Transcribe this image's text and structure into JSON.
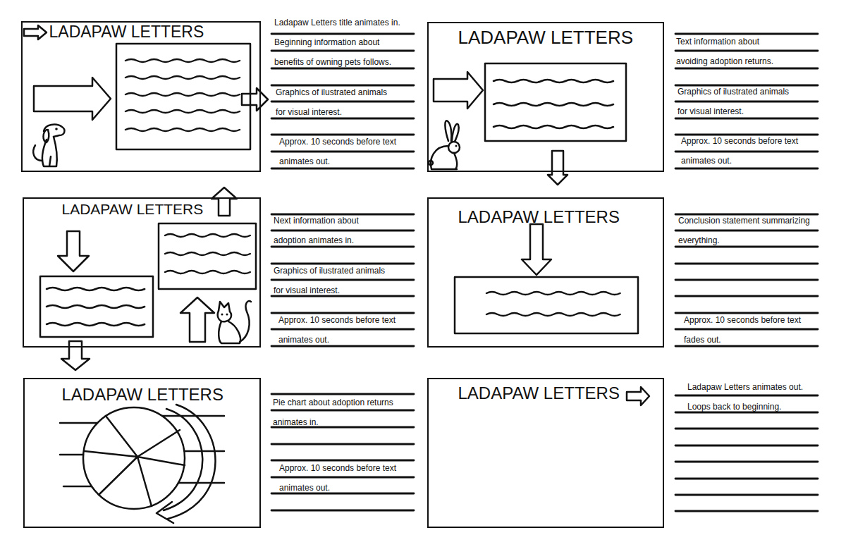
{
  "diagram": {
    "nodes": [
      {
        "text": [
          "LADAPAW LETTERS"
        ]
      },
      {
        "text": [
          "LADAPAW LETTERS"
        ]
      },
      {
        "text": [
          "LADAPAW LETTERS"
        ]
      },
      {
        "text": [
          "LADAPAW LETTERS"
        ]
      },
      {
        "text": [
          "LADAPAW LETTERS"
        ]
      },
      {
        "text": [
          "LADAPAW LETTERS"
        ]
      }
    ],
    "labels": [
      "Ladapaw Letters title animates in. Beginning information about benefits of owning pets follows.",
      "Graphics of ilustrated animals for visual interest.",
      "Approx. 10 seconds before text animates out.",
      "Text information about avoiding adoption returns.",
      "Graphics of ilustrated animals for visual interest.",
      "Approx. 10 seconds before text animates out.",
      "Next information about adoption animates in.",
      "Graphics of ilustrated animals for visual interest.",
      "Approx. 10 seconds before text animates out.",
      "Conclusion statement summarizing everything.",
      "Approx. 10 seconds before text fades out.",
      "Pie chart about adoption returns animates in.",
      "Approx. 10 seconds before text animates out.",
      "Ladapaw Letters animates out. Loops back to beginning."
    ]
  }
}
